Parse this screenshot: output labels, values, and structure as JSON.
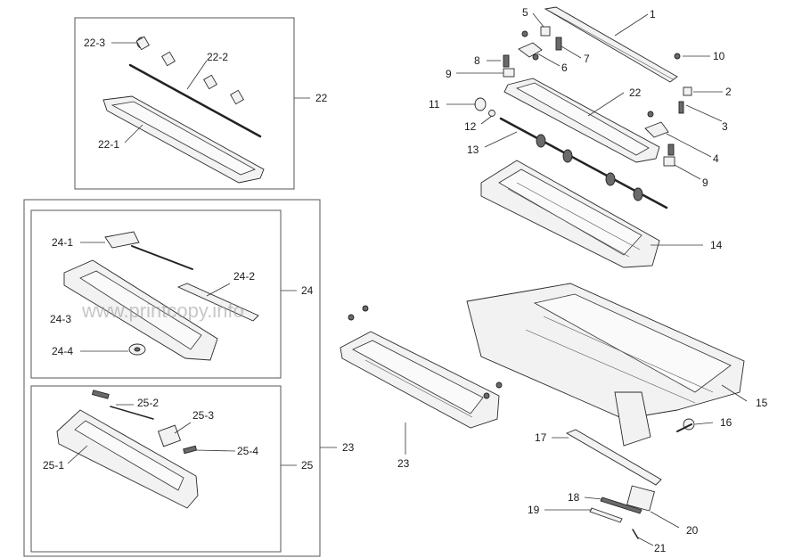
{
  "watermark": "www.printcopy.info",
  "labels": {
    "l1": "1",
    "l2": "2",
    "l3": "3",
    "l4": "4",
    "l5": "5",
    "l6": "6",
    "l7": "7",
    "l8": "8",
    "l9a": "9",
    "l9b": "9",
    "l10": "10",
    "l11": "11",
    "l12": "12",
    "l13": "13",
    "l14": "14",
    "l15": "15",
    "l16": "16",
    "l17": "17",
    "l18": "18",
    "l19": "19",
    "l20": "20",
    "l21": "21",
    "l22": "22",
    "l22b": "22",
    "l23": "23",
    "l23b": "23",
    "l24": "24",
    "l25": "25",
    "l22_1": "22-1",
    "l22_2": "22-2",
    "l22_3": "22-3",
    "l24_1": "24-1",
    "l24_2": "24-2",
    "l24_3": "24-3",
    "l24_4": "24-4",
    "l25_1": "25-1",
    "l25_2": "25-2",
    "l25_3": "25-3",
    "l25_4": "25-4"
  }
}
